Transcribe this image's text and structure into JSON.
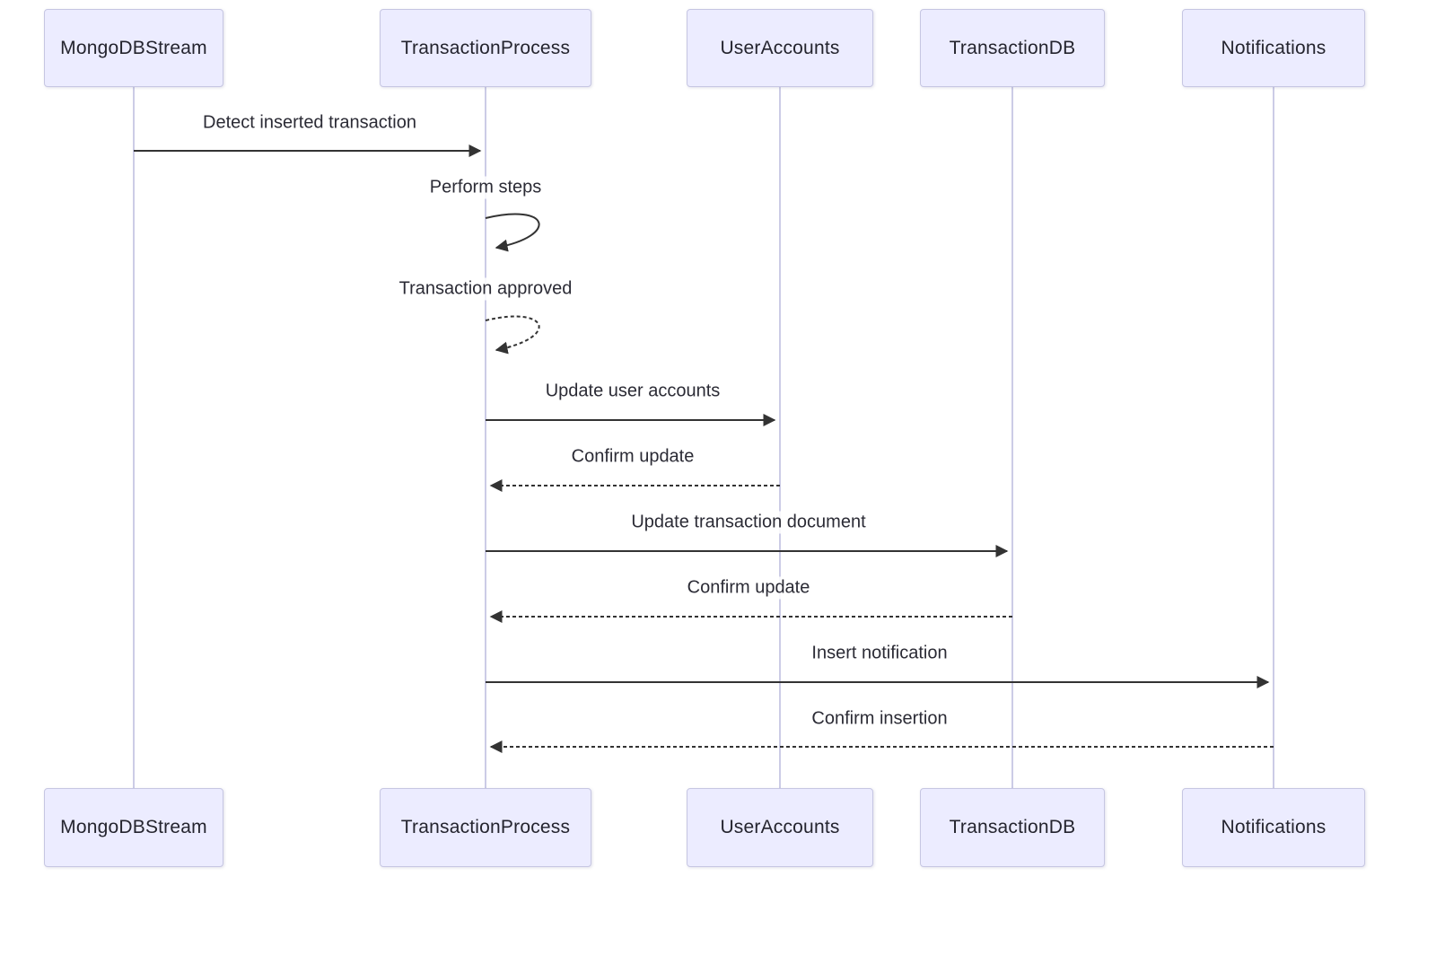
{
  "diagram": {
    "type": "sequence-diagram",
    "participants": [
      {
        "name": "MongoDBStream"
      },
      {
        "name": "TransactionProcess"
      },
      {
        "name": "UserAccounts"
      },
      {
        "name": "TransactionDB"
      },
      {
        "name": "Notifications"
      }
    ],
    "messages": [
      {
        "from": "MongoDBStream",
        "to": "TransactionProcess",
        "label": "Detect inserted transaction",
        "line": "solid",
        "kind": "message"
      },
      {
        "from": "TransactionProcess",
        "to": "TransactionProcess",
        "label": "Perform steps",
        "line": "solid",
        "kind": "self"
      },
      {
        "from": "TransactionProcess",
        "to": "TransactionProcess",
        "label": "Transaction approved",
        "line": "dashed",
        "kind": "self"
      },
      {
        "from": "TransactionProcess",
        "to": "UserAccounts",
        "label": "Update user accounts",
        "line": "solid",
        "kind": "message"
      },
      {
        "from": "UserAccounts",
        "to": "TransactionProcess",
        "label": "Confirm update",
        "line": "dashed",
        "kind": "reply"
      },
      {
        "from": "TransactionProcess",
        "to": "TransactionDB",
        "label": "Update transaction document",
        "line": "solid",
        "kind": "message"
      },
      {
        "from": "TransactionDB",
        "to": "TransactionProcess",
        "label": "Confirm update",
        "line": "dashed",
        "kind": "reply"
      },
      {
        "from": "TransactionProcess",
        "to": "Notifications",
        "label": "Insert notification",
        "line": "solid",
        "kind": "message"
      },
      {
        "from": "Notifications",
        "to": "TransactionProcess",
        "label": "Confirm insertion",
        "line": "dashed",
        "kind": "reply"
      }
    ],
    "colors": {
      "actor_fill": "#ECECFF",
      "actor_border": "#C6C6E2",
      "lifeline": "#CCCCE6",
      "arrow": "#333333",
      "text": "#2b2b35",
      "background": "#FFFFFF"
    }
  }
}
